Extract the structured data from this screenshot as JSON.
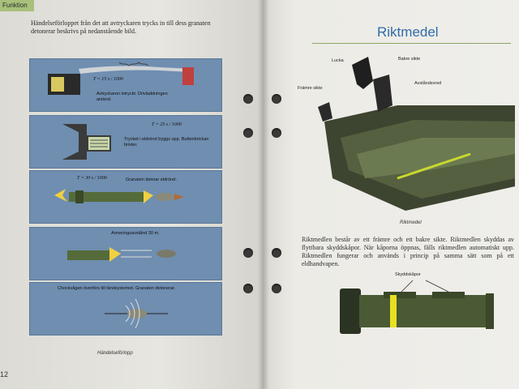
{
  "left_page": {
    "tab_label": "Funktion",
    "intro": "Händelseförloppet från det att avtryckaren trycks in till dess granaten detonerar beskrivs på nedanstående bild.",
    "panels": [
      {
        "equation": "T = 15 s / 1000",
        "caption": "Avtryckaren intryckt. Drivladdningen antänd."
      },
      {
        "equation": "T = 25 s / 1000",
        "caption": "Trycket i eldrörot byggs upp. Buttenbrickan brister."
      },
      {
        "equation": "T = 30 s / 1000",
        "caption": "Granaten lämnar eldröret."
      },
      {
        "equation": "",
        "caption": "Armeringsavstånd 30 m."
      },
      {
        "equation": "",
        "caption": "Chockvågen överförs till tändsystemet. Granaten detonerar."
      }
    ],
    "figure_caption": "Händelseförlopp",
    "page_number": "12"
  },
  "right_page": {
    "title": "Riktmedel",
    "labels": {
      "lucka": "Lucka",
      "bakre_sikte": "Bakre sikte",
      "framre_sikte": "Främre sikte",
      "avstandsvred": "Avståndsvred",
      "skyddskapor": "Skyddskåpor"
    },
    "figure_caption": "Riktmedel",
    "body": "Riktmedlen består av ett främre och ett bakre sikte. Riktmedlen skyddas av flyttbara skyddskåpor. När kåporna öppnas, fälls riktmedlen automatiskt upp. Riktmedlen fungerar och används i princip på samma sätt som på ett eldhandvapen."
  },
  "colors": {
    "panel_blue": "#6f8eb0",
    "title_blue": "#2f6ca8",
    "tab_green": "#a8c07a",
    "tube_green": "#556b3a",
    "yellow_band": "#e8e020"
  }
}
